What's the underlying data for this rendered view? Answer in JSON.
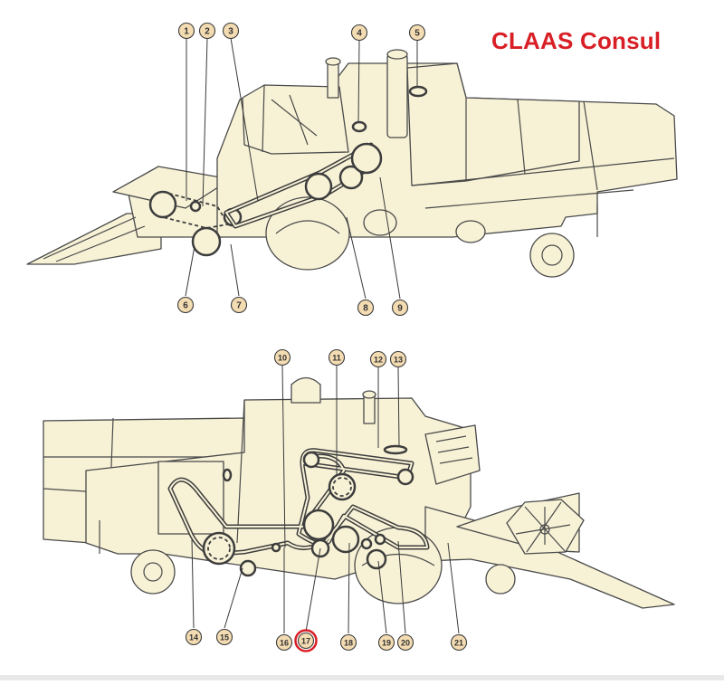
{
  "title": "CLAAS Consul",
  "colors": {
    "title": "#d81f26",
    "machine_fill": "#f7f2d6",
    "line": "#4a4a4a",
    "callout_fill": "#f4dcb2",
    "callout_stroke": "#3a3a3a",
    "highlight": "#d81f26"
  },
  "callouts_top": [
    "1",
    "2",
    "3",
    "4",
    "5",
    "6",
    "7",
    "8",
    "9"
  ],
  "callouts_bottom": [
    "10",
    "11",
    "12",
    "13",
    "14",
    "15",
    "16",
    "17",
    "18",
    "19",
    "20",
    "21"
  ],
  "highlighted_callout": "17"
}
